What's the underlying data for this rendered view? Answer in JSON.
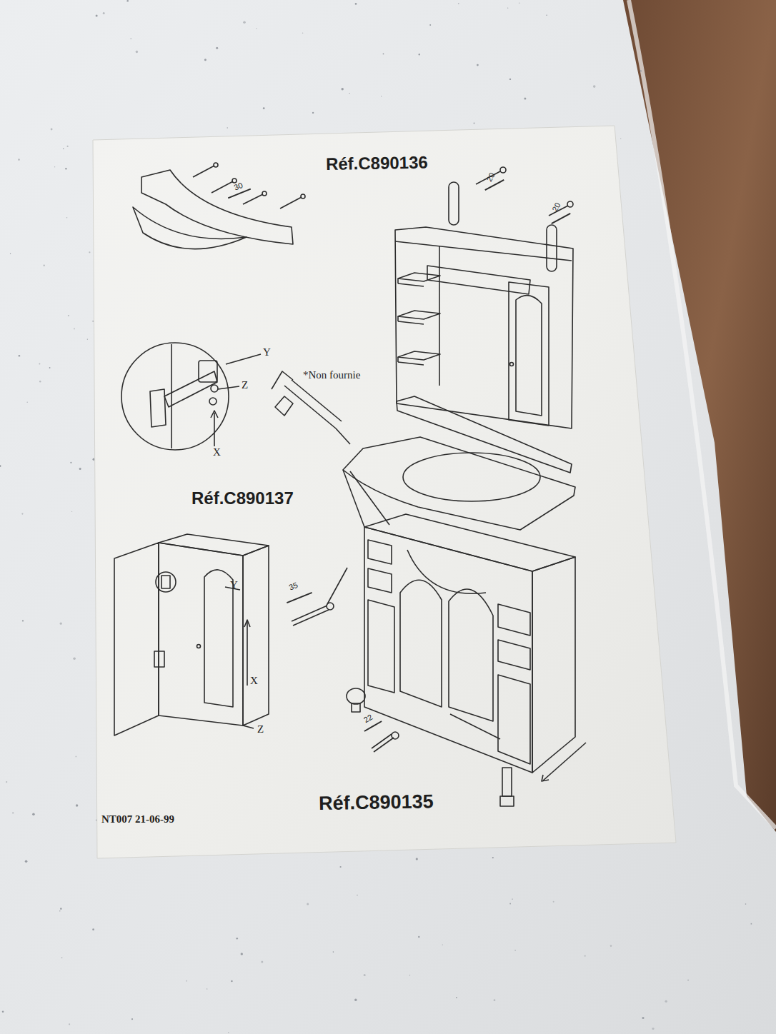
{
  "diagram": {
    "labels": [
      "Réf.C890136",
      "30",
      "20",
      "20",
      "Y",
      "Z",
      "X",
      "*Non fournie",
      "Réf.C890137",
      "Y",
      "35",
      "X",
      "Z",
      "22",
      "Réf.C890135",
      "NT007 21-06-99"
    ]
  }
}
